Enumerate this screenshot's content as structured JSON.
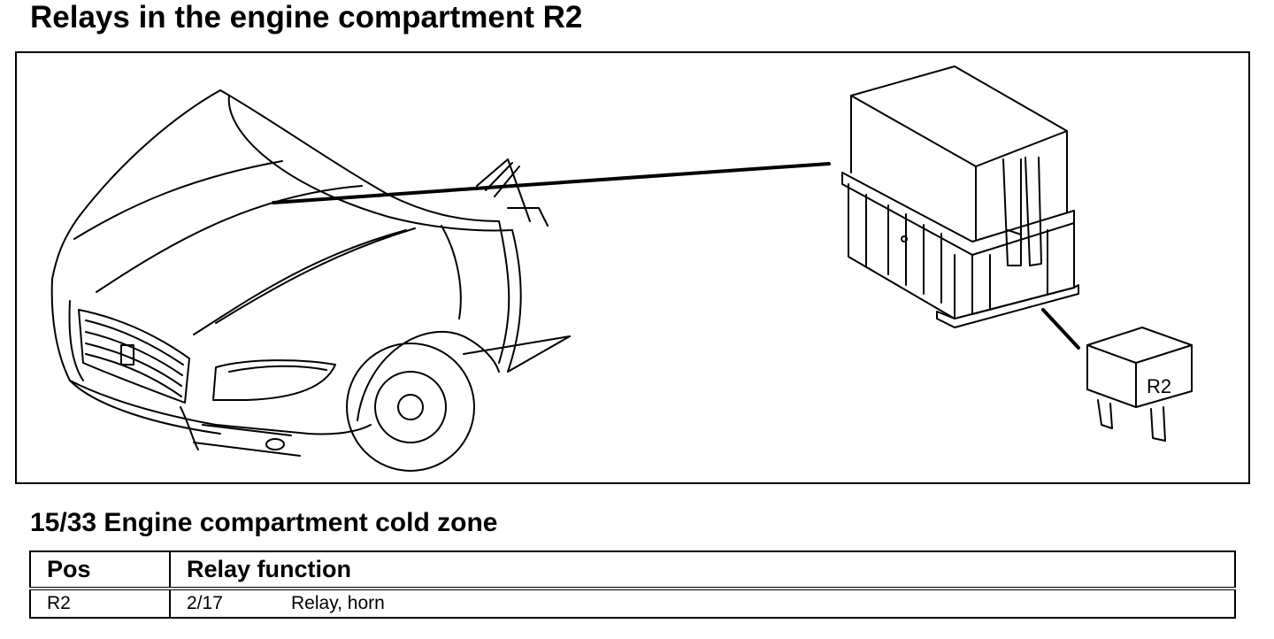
{
  "page_title": "Relays in the engine compartment R2",
  "figure": {
    "relay_label": "R2"
  },
  "section_title": "15/33 Engine compartment cold zone",
  "table": {
    "headers": [
      "Pos",
      "Relay function"
    ],
    "rows": [
      {
        "pos": "R2",
        "ref": "2/17",
        "function": "Relay, horn"
      }
    ]
  }
}
